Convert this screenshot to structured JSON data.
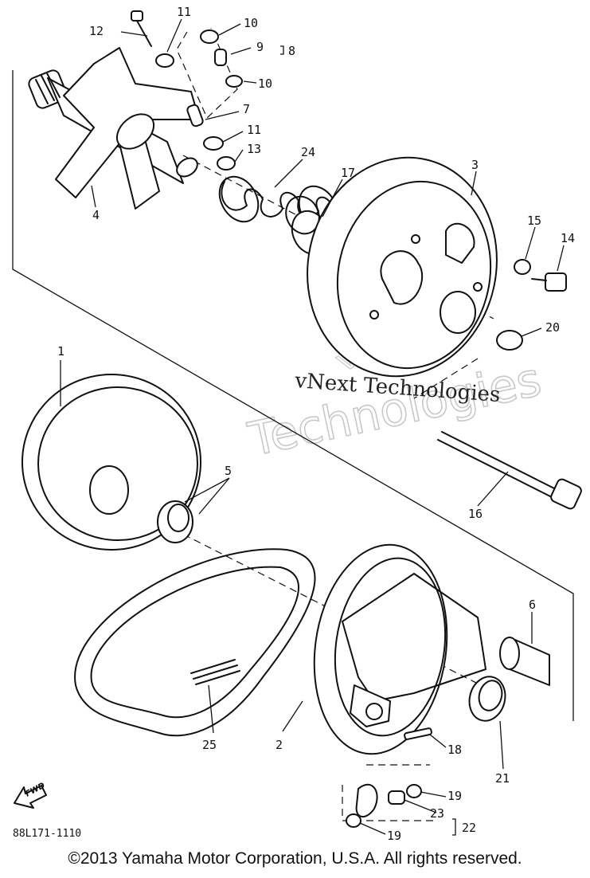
{
  "diagram": {
    "parts": [
      {
        "id": "p1",
        "number": "1"
      },
      {
        "id": "p2",
        "number": "2"
      },
      {
        "id": "p3",
        "number": "3"
      },
      {
        "id": "p4",
        "number": "4"
      },
      {
        "id": "p5",
        "number": "5"
      },
      {
        "id": "p6",
        "number": "6"
      },
      {
        "id": "p7",
        "number": "7"
      },
      {
        "id": "p8",
        "number": "8"
      },
      {
        "id": "p9",
        "number": "9"
      },
      {
        "id": "p10a",
        "number": "10"
      },
      {
        "id": "p10b",
        "number": "10"
      },
      {
        "id": "p11a",
        "number": "11"
      },
      {
        "id": "p11b",
        "number": "11"
      },
      {
        "id": "p12",
        "number": "12"
      },
      {
        "id": "p13",
        "number": "13"
      },
      {
        "id": "p14",
        "number": "14"
      },
      {
        "id": "p15",
        "number": "15"
      },
      {
        "id": "p16",
        "number": "16"
      },
      {
        "id": "p17",
        "number": "17"
      },
      {
        "id": "p18",
        "number": "18"
      },
      {
        "id": "p19a",
        "number": "19"
      },
      {
        "id": "p19b",
        "number": "19"
      },
      {
        "id": "p20",
        "number": "20"
      },
      {
        "id": "p21",
        "number": "21"
      },
      {
        "id": "p22",
        "number": "22"
      },
      {
        "id": "p23",
        "number": "23"
      },
      {
        "id": "p24",
        "number": "24"
      },
      {
        "id": "p25",
        "number": "25"
      }
    ],
    "fwd_label": "FWD",
    "diagram_code": "88L171-1110"
  },
  "watermark": {
    "line1": "vNext Technologies",
    "line2": "Technologies",
    "line3": "vNext"
  },
  "footer": {
    "copyright": "©2013 Yamaha Motor Corporation, U.S.A. All rights reserved."
  }
}
